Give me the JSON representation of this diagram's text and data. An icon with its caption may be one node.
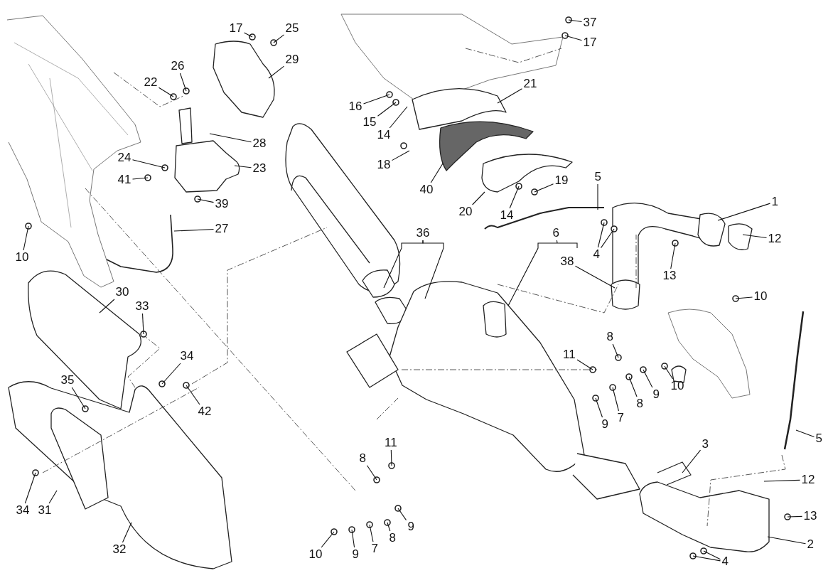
{
  "diagram": {
    "nodes": [
      {
        "text": [
          "17"
        ]
      },
      {
        "text": [
          "25"
        ]
      },
      {
        "text": [
          "29"
        ]
      },
      {
        "text": [
          "37"
        ]
      },
      {
        "text": [
          "17"
        ]
      },
      {
        "text": [
          "26"
        ]
      },
      {
        "text": [
          "22"
        ]
      },
      {
        "text": [
          "21"
        ]
      },
      {
        "text": [
          "16"
        ]
      },
      {
        "text": [
          "15"
        ]
      },
      {
        "text": [
          "14"
        ]
      },
      {
        "text": [
          "28"
        ]
      },
      {
        "text": [
          "18"
        ]
      },
      {
        "text": [
          "24"
        ]
      },
      {
        "text": [
          "23"
        ]
      },
      {
        "text": [
          "41"
        ]
      },
      {
        "text": [
          "40"
        ]
      },
      {
        "text": [
          "19"
        ]
      },
      {
        "text": [
          "20"
        ]
      },
      {
        "text": [
          "14"
        ]
      },
      {
        "text": [
          "5"
        ]
      },
      {
        "text": [
          "1"
        ]
      },
      {
        "text": [
          "39"
        ]
      },
      {
        "text": [
          "12"
        ]
      },
      {
        "text": [
          "4"
        ]
      },
      {
        "text": [
          "13"
        ]
      },
      {
        "text": [
          "27"
        ]
      },
      {
        "text": [
          "10"
        ]
      },
      {
        "text": [
          "36"
        ]
      },
      {
        "text": [
          "6"
        ]
      },
      {
        "text": [
          "38"
        ]
      },
      {
        "text": [
          "30"
        ]
      },
      {
        "text": [
          "10"
        ]
      },
      {
        "text": [
          "33"
        ]
      },
      {
        "text": [
          "8"
        ]
      },
      {
        "text": [
          "11"
        ]
      },
      {
        "text": [
          "34"
        ]
      },
      {
        "text": [
          "10"
        ]
      },
      {
        "text": [
          "9"
        ]
      },
      {
        "text": [
          "35"
        ]
      },
      {
        "text": [
          "42"
        ]
      },
      {
        "text": [
          "9"
        ]
      },
      {
        "text": [
          "7"
        ]
      },
      {
        "text": [
          "8"
        ]
      },
      {
        "text": [
          "5"
        ]
      },
      {
        "text": [
          "3"
        ]
      },
      {
        "text": [
          "11"
        ]
      },
      {
        "text": [
          "8"
        ]
      },
      {
        "text": [
          "12"
        ]
      },
      {
        "text": [
          "13"
        ]
      },
      {
        "text": [
          "34"
        ]
      },
      {
        "text": [
          "31"
        ]
      },
      {
        "text": [
          "9"
        ]
      },
      {
        "text": [
          "8"
        ]
      },
      {
        "text": [
          "2"
        ]
      },
      {
        "text": [
          "32"
        ]
      },
      {
        "text": [
          "10"
        ]
      },
      {
        "text": [
          "9"
        ]
      },
      {
        "text": [
          "7"
        ]
      },
      {
        "text": [
          "4"
        ]
      }
    ],
    "edges": [
      {
        "from": 0,
        "to": null,
        "arrow": "none"
      },
      {
        "from": 1,
        "to": null,
        "arrow": "none"
      },
      {
        "from": 2,
        "to": null,
        "arrow": "none"
      },
      {
        "from": 3,
        "to": null,
        "arrow": "none"
      },
      {
        "from": 4,
        "to": null,
        "arrow": "none"
      },
      {
        "from": 5,
        "to": null,
        "arrow": "none"
      },
      {
        "from": 6,
        "to": null,
        "arrow": "none"
      },
      {
        "from": 7,
        "to": null,
        "arrow": "none"
      },
      {
        "from": 8,
        "to": null,
        "arrow": "none"
      },
      {
        "from": 9,
        "to": null,
        "arrow": "none"
      },
      {
        "from": 10,
        "to": null,
        "arrow": "none"
      },
      {
        "from": 11,
        "to": null,
        "arrow": "none"
      },
      {
        "from": 12,
        "to": null,
        "arrow": "none"
      },
      {
        "from": 13,
        "to": null,
        "arrow": "none"
      },
      {
        "from": 14,
        "to": null,
        "arrow": "none"
      },
      {
        "from": 15,
        "to": null,
        "arrow": "none"
      },
      {
        "from": 16,
        "to": null,
        "arrow": "none"
      },
      {
        "from": 17,
        "to": null,
        "arrow": "none"
      },
      {
        "from": 18,
        "to": null,
        "arrow": "none"
      },
      {
        "from": 19,
        "to": null,
        "arrow": "none"
      },
      {
        "from": 20,
        "to": null,
        "arrow": "none"
      },
      {
        "from": 21,
        "to": null,
        "arrow": "none"
      },
      {
        "from": 22,
        "to": null,
        "arrow": "none"
      },
      {
        "from": 23,
        "to": null,
        "arrow": "none"
      },
      {
        "from": 24,
        "to": null,
        "arrow": "none"
      },
      {
        "from": 24,
        "to": null,
        "arrow": "none"
      },
      {
        "from": 25,
        "to": null,
        "arrow": "none"
      },
      {
        "from": 26,
        "to": null,
        "arrow": "none"
      },
      {
        "from": 27,
        "to": null,
        "arrow": "none"
      },
      {
        "from": 28,
        "to": null,
        "arrow": "none"
      },
      {
        "from": 28,
        "to": null,
        "arrow": "none"
      },
      {
        "from": 29,
        "to": null,
        "arrow": "none"
      },
      {
        "from": 30,
        "to": null,
        "arrow": "none"
      },
      {
        "from": 31,
        "to": null,
        "arrow": "none"
      },
      {
        "from": 32,
        "to": null,
        "arrow": "none"
      },
      {
        "from": 33,
        "to": null,
        "arrow": "none"
      },
      {
        "from": 34,
        "to": null,
        "arrow": "none"
      },
      {
        "from": 35,
        "to": null,
        "arrow": "none"
      },
      {
        "from": 36,
        "to": null,
        "arrow": "none"
      },
      {
        "from": 37,
        "to": null,
        "arrow": "none"
      },
      {
        "from": 38,
        "to": null,
        "arrow": "none"
      },
      {
        "from": 39,
        "to": null,
        "arrow": "none"
      },
      {
        "from": 40,
        "to": null,
        "arrow": "none"
      },
      {
        "from": 41,
        "to": null,
        "arrow": "none"
      },
      {
        "from": 42,
        "to": null,
        "arrow": "none"
      },
      {
        "from": 43,
        "to": null,
        "arrow": "none"
      },
      {
        "from": 44,
        "to": null,
        "arrow": "none"
      },
      {
        "from": 45,
        "to": null,
        "arrow": "none"
      },
      {
        "from": 46,
        "to": null,
        "arrow": "none"
      },
      {
        "from": 47,
        "to": null,
        "arrow": "none"
      },
      {
        "from": 48,
        "to": null,
        "arrow": "none"
      },
      {
        "from": 49,
        "to": null,
        "arrow": "none"
      },
      {
        "from": 50,
        "to": null,
        "arrow": "none"
      },
      {
        "from": 51,
        "to": null,
        "arrow": "none"
      },
      {
        "from": 52,
        "to": null,
        "arrow": "none"
      },
      {
        "from": 53,
        "to": null,
        "arrow": "none"
      },
      {
        "from": 54,
        "to": null,
        "arrow": "none"
      },
      {
        "from": 55,
        "to": null,
        "arrow": "none"
      },
      {
        "from": 56,
        "to": null,
        "arrow": "none"
      },
      {
        "from": 57,
        "to": null,
        "arrow": "none"
      },
      {
        "from": 58,
        "to": null,
        "arrow": "none"
      },
      {
        "from": 59,
        "to": null,
        "arrow": "none"
      },
      {
        "from": 59,
        "to": null,
        "arrow": "none"
      }
    ]
  }
}
